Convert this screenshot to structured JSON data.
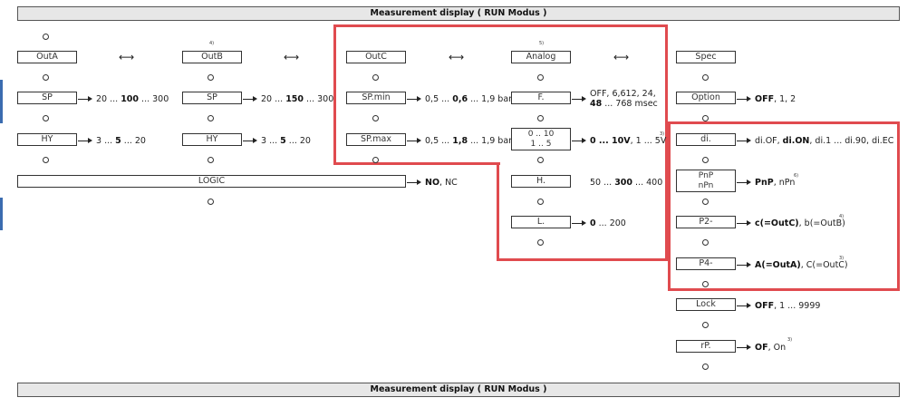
{
  "header": {
    "title": "Measurement display ( RUN Modus )"
  },
  "footer": {
    "title": "Measurement display ( RUN Modus )"
  },
  "notes": {
    "outb": "4)",
    "analog": "5)",
    "v": "3)",
    "pnp": "6)",
    "p2": "4)",
    "p4": "3)",
    "rp": "3)"
  },
  "col1": {
    "outa": "OutA",
    "sp": "SP",
    "hy": "HY",
    "sp_range": {
      "a": "20 ... ",
      "b": "100",
      "c": " ... 300"
    },
    "hy_range": {
      "a": "3 ... ",
      "b": "5",
      "c": " ... 20"
    }
  },
  "col2": {
    "outb": "OutB",
    "sp": "SP",
    "hy": "HY",
    "sp_range": {
      "a": "20 ... ",
      "b": "150",
      "c": " ... 300"
    },
    "hy_range": {
      "a": "3 ... ",
      "b": "5",
      "c": " ... 20"
    }
  },
  "logic": {
    "label": "LOGIC",
    "value_bold": "NO",
    "value_rest": ", NC"
  },
  "col3": {
    "outc": "OutC",
    "spmin": "SP.min",
    "spmax": "SP.max",
    "spmin_range": {
      "a": "0,5 ... ",
      "b": "0,6",
      "c": " ... 1,9 bar"
    },
    "spmax_range": {
      "a": "0,5 ... ",
      "b": "1,8",
      "c": " ... 1,9 bar"
    }
  },
  "col4": {
    "analog": "Analog",
    "f": "F.",
    "range_line1": "0 .. 10",
    "range_line2": "1 .. 5",
    "h": "H.",
    "l": "L.",
    "f_values": {
      "line1": "OFF, 6,612, 24,",
      "line2_bold": "48",
      "line2_rest": " ... 768 msec"
    },
    "v_values": {
      "bold": "0 ... 10V",
      "rest": ", 1 ... 5V"
    },
    "h_values": {
      "a": "50 ... ",
      "b": "300",
      "c": " ... 400"
    },
    "l_values": {
      "b": "0",
      "c": " ... 200"
    }
  },
  "col5": {
    "spec": "Spec",
    "option": "Option",
    "di": "di.",
    "pnp": "PnP",
    "npn": "nPn",
    "p2": "P2-",
    "p4": "P4-",
    "lock": "Lock",
    "rp": "rP.",
    "option_values": {
      "bold": "OFF",
      "rest": ", 1, 2"
    },
    "di_values": {
      "a": "di.OF, ",
      "b": "di.ON",
      "c": ", di.1 ... di.90, di.EC"
    },
    "pnp_values": {
      "bold": "PnP",
      "rest": ", nPn"
    },
    "p2_values": {
      "bold": "c(=OutC)",
      "rest": ", b(=OutB)"
    },
    "p4_values": {
      "bold": "A(=OutA)",
      "rest": ", C(=OutC)"
    },
    "lock_values": {
      "bold": "OFF",
      "rest": ", 1 ... 9999"
    },
    "rp_values": {
      "bold": "OF",
      "rest": ", On"
    }
  },
  "colors": {
    "highlight": "#e04b4f",
    "bar_fill": "#e7e7e7",
    "edge_marks": "#3b6cb0"
  }
}
